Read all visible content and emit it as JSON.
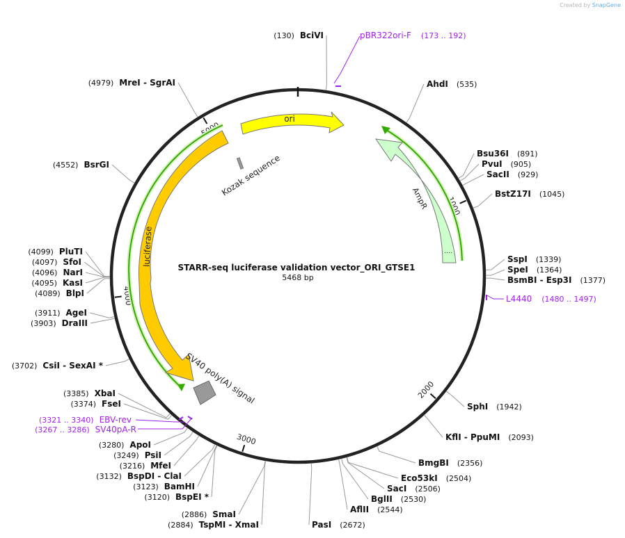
{
  "watermark": {
    "prefix": "Created by",
    "brand": "SnapGene"
  },
  "plasmid": {
    "name": "STARR-seq luciferase validation vector_ORI_GTSE1",
    "length_label": "5468 bp",
    "length": 5468
  },
  "ticks": [
    {
      "pos": 1000,
      "label": "1000"
    },
    {
      "pos": 2000,
      "label": "2000"
    },
    {
      "pos": 3000,
      "label": "3000"
    },
    {
      "pos": 4000,
      "label": "4000"
    },
    {
      "pos": 5000,
      "label": "5000"
    }
  ],
  "enzymes": [
    {
      "id": "bcivi",
      "name": "BciVI",
      "pos": "(130)",
      "side": "left",
      "bp": 130
    },
    {
      "id": "ahdi",
      "name": "AhdI",
      "pos": "(535)",
      "side": "right",
      "bp": 535
    },
    {
      "id": "bsu36i",
      "name": "Bsu36I",
      "pos": "(891)",
      "side": "right",
      "bp": 891
    },
    {
      "id": "pvui",
      "name": "PvuI",
      "pos": "(905)",
      "side": "right",
      "bp": 905
    },
    {
      "id": "sacii",
      "name": "SacII",
      "pos": "(929)",
      "side": "right",
      "bp": 929
    },
    {
      "id": "bstz17i",
      "name": "BstZ17I",
      "pos": "(1045)",
      "side": "right",
      "bp": 1045
    },
    {
      "id": "sspi",
      "name": "SspI",
      "pos": "(1339)",
      "side": "right",
      "bp": 1339
    },
    {
      "id": "spei",
      "name": "SpeI",
      "pos": "(1364)",
      "side": "right",
      "bp": 1364
    },
    {
      "id": "bsmbi",
      "name": "BsmBI  -  Esp3I",
      "pos": "(1377)",
      "side": "right",
      "bp": 1377
    },
    {
      "id": "sphi",
      "name": "SphI",
      "pos": "(1942)",
      "side": "right",
      "bp": 1942
    },
    {
      "id": "kfli",
      "name": "KflI  -  PpuMI",
      "pos": "(2093)",
      "side": "right",
      "bp": 2093
    },
    {
      "id": "bmgbi",
      "name": "BmgBI",
      "pos": "(2356)",
      "side": "right",
      "bp": 2356
    },
    {
      "id": "eco53ki",
      "name": "Eco53kI",
      "pos": "(2504)",
      "side": "right",
      "bp": 2504
    },
    {
      "id": "saci",
      "name": "SacI",
      "pos": "(2506)",
      "side": "right",
      "bp": 2506
    },
    {
      "id": "bglii",
      "name": "BglII",
      "pos": "(2530)",
      "side": "right",
      "bp": 2530
    },
    {
      "id": "aflii",
      "name": "AflII",
      "pos": "(2544)",
      "side": "right",
      "bp": 2544
    },
    {
      "id": "pasi",
      "name": "PasI",
      "pos": "(2672)",
      "side": "right",
      "bp": 2672
    },
    {
      "id": "smai",
      "name": "SmaI",
      "pos": "(2886)",
      "side": "left",
      "bp": 2886
    },
    {
      "id": "tspmi",
      "name": "TspMI  -  XmaI",
      "pos": "(2884)",
      "side": "left",
      "bp": 2884
    },
    {
      "id": "bspei",
      "name": "BspEI *",
      "pos": "(3120)",
      "side": "left",
      "bp": 3120
    },
    {
      "id": "bamhi",
      "name": "BamHI",
      "pos": "(3123)",
      "side": "left",
      "bp": 3123
    },
    {
      "id": "bspdi",
      "name": "BspDI  -  ClaI",
      "pos": "(3132)",
      "side": "left",
      "bp": 3132
    },
    {
      "id": "mfei",
      "name": "MfeI",
      "pos": "(3216)",
      "side": "left",
      "bp": 3216
    },
    {
      "id": "psii",
      "name": "PsiI",
      "pos": "(3249)",
      "side": "left",
      "bp": 3249
    },
    {
      "id": "apoi",
      "name": "ApoI",
      "pos": "(3280)",
      "side": "left",
      "bp": 3280
    },
    {
      "id": "fsei",
      "name": "FseI",
      "pos": "(3374)",
      "side": "left",
      "bp": 3374
    },
    {
      "id": "xbai",
      "name": "XbaI",
      "pos": "(3385)",
      "side": "left",
      "bp": 3385
    },
    {
      "id": "csii",
      "name": "CsiI  -  SexAI *",
      "pos": "(3702)",
      "side": "left",
      "bp": 3702
    },
    {
      "id": "drai",
      "name": "DraIII",
      "pos": "(3903)",
      "side": "left",
      "bp": 3903
    },
    {
      "id": "agei",
      "name": "AgeI",
      "pos": "(3911)",
      "side": "left",
      "bp": 3911
    },
    {
      "id": "blpi",
      "name": "BlpI",
      "pos": "(4089)",
      "side": "left",
      "bp": 4089
    },
    {
      "id": "kasi",
      "name": "KasI",
      "pos": "(4095)",
      "side": "left",
      "bp": 4095
    },
    {
      "id": "nari",
      "name": "NarI",
      "pos": "(4096)",
      "side": "left",
      "bp": 4096
    },
    {
      "id": "sfoi",
      "name": "SfoI",
      "pos": "(4097)",
      "side": "left",
      "bp": 4097
    },
    {
      "id": "pluti",
      "name": "PluTI",
      "pos": "(4099)",
      "side": "left",
      "bp": 4099
    },
    {
      "id": "bsrgi",
      "name": "BsrGI",
      "pos": "(4552)",
      "side": "left",
      "bp": 4552
    },
    {
      "id": "mrei",
      "name": "MreI  -  SgrAI",
      "pos": "(4979)",
      "side": "left",
      "bp": 4979
    }
  ],
  "primers": [
    {
      "id": "pbr322",
      "name": "pBR322ori-F",
      "range": "(173 .. 192)",
      "side": "right",
      "bp": 180
    },
    {
      "id": "l4440",
      "name": "L4440",
      "range": "(1480 .. 1497)",
      "side": "right",
      "bp": 1488
    },
    {
      "id": "ebvrev",
      "name": "EBV-rev",
      "range": "(3321 .. 3340)",
      "side": "left",
      "bp": 3330
    },
    {
      "id": "sv40par",
      "name": "SV40pA-R",
      "range": "(3267 .. 3286)",
      "side": "left",
      "bp": 3276
    }
  ],
  "features": [
    {
      "id": "ori",
      "name": "ori",
      "color": "#ffff00"
    },
    {
      "id": "ampr",
      "name": "AmpR",
      "color": "#ccffcc"
    },
    {
      "id": "luciferase",
      "name": "luciferase",
      "color": "#ffcc00"
    },
    {
      "id": "kozak",
      "name": "Kozak sequence",
      "color": "#999999"
    },
    {
      "id": "sv40",
      "name": "SV40 poly(A) signal",
      "color": "#999999"
    }
  ],
  "colors": {
    "primer": "#a020f0",
    "orf": "#33aa00",
    "backbone": "#222222",
    "leader": "#999999"
  }
}
